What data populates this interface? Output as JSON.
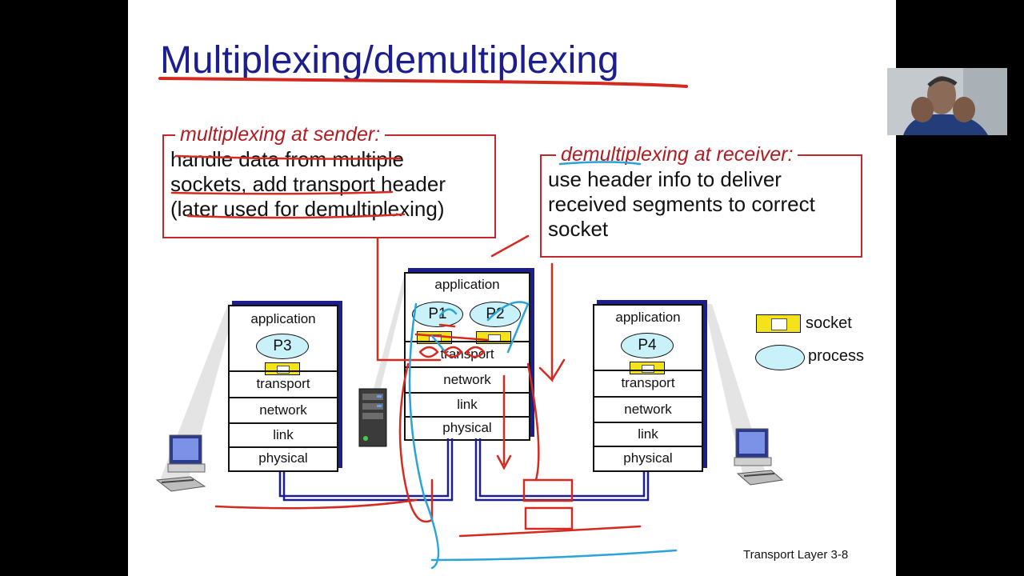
{
  "slide": {
    "title": "Multiplexing/demultiplexing",
    "sender_box": {
      "heading": "multiplexing at sender:",
      "lines": [
        "handle data from multiple",
        "sockets, add transport header",
        "(later used for demultiplexing)"
      ]
    },
    "receiver_box": {
      "heading": "demultiplexing at receiver:",
      "lines": [
        "use header info to deliver",
        "received segments to correct",
        "socket"
      ]
    },
    "left_host": {
      "application": "application",
      "process": "P3",
      "layers": [
        "transport",
        "network",
        "link",
        "physical"
      ]
    },
    "server": {
      "application": "application",
      "processes": [
        "P1",
        "P2"
      ],
      "layers": [
        "transport",
        "network",
        "link",
        "physical"
      ]
    },
    "right_host": {
      "application": "application",
      "process": "P4",
      "layers": [
        "transport",
        "network",
        "link",
        "physical"
      ]
    },
    "legend": {
      "socket": "socket",
      "process": "process"
    },
    "footer": "Transport Layer 3-8"
  },
  "colors": {
    "title": "#1b1e8c",
    "box_border": "#c0282d",
    "process_fill": "#c9f1f9",
    "socket_fill": "#f4e21b",
    "ink_red": "#d42a20",
    "ink_blue": "#29a3d8",
    "wire": "#1b1e8c"
  },
  "webcam": {
    "icon": "presenter-video-icon"
  }
}
